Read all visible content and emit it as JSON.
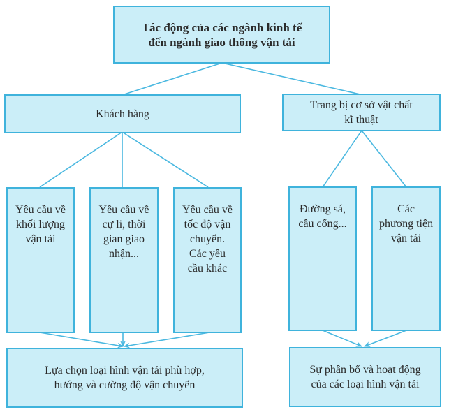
{
  "diagram": {
    "root": "Tác động của các ngành kinh tế\nđến ngành giao thông vận tải",
    "left": {
      "title": "Khách hàng",
      "items": [
        "Yêu cầu về\nkhối lượng\nvận tải",
        "Yêu cầu về\ncự li, thời\ngian giao\nnhận...",
        "Yêu cầu về\ntốc độ vận\nchuyển.\nCác yêu\ncầu khác"
      ],
      "result": "Lựa chọn loại hình vận tải phù hợp,\nhướng và cường độ vận chuyển"
    },
    "right": {
      "title": "Trang bị cơ sở vật chất\nkĩ thuật",
      "items": [
        "Đường sá,\ncầu cống...",
        "Các\nphương tiện\nvận tải"
      ],
      "result": "Sự phân bố và hoạt động\ncủa các loại hình vận tải"
    },
    "colors": {
      "fill": "#cbeef8",
      "border": "#3fb3dc",
      "line": "#4ab8e0"
    }
  }
}
